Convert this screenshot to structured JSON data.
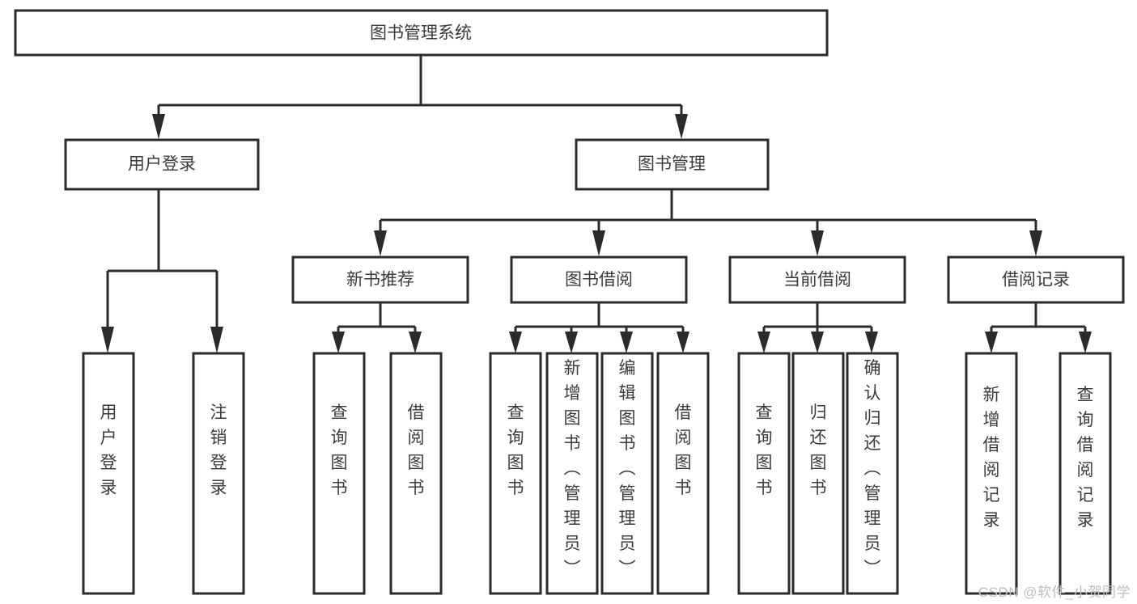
{
  "diagram": {
    "type": "tree-hierarchy",
    "title": "图书管理系统",
    "orientation": "top-down",
    "colors": {
      "box_stroke": "#2b2b2b",
      "box_fill": "#ffffff",
      "text": "#3b3b3b",
      "connector": "#2b2b2b",
      "watermark": "#bfbfbf",
      "background": "#ffffff"
    },
    "levels": [
      {
        "level": 0,
        "nodes": [
          {
            "id": "root",
            "label": "图书管理系统",
            "orientation": "horizontal"
          }
        ]
      },
      {
        "level": 1,
        "nodes": [
          {
            "id": "user-login",
            "label": "用户登录",
            "orientation": "horizontal",
            "parent": "root"
          },
          {
            "id": "book-manage",
            "label": "图书管理",
            "orientation": "horizontal",
            "parent": "root"
          }
        ]
      },
      {
        "level": 2,
        "nodes": [
          {
            "id": "new-book-rec",
            "label": "新书推荐",
            "orientation": "horizontal",
            "parent": "book-manage"
          },
          {
            "id": "book-borrow",
            "label": "图书借阅",
            "orientation": "horizontal",
            "parent": "book-manage"
          },
          {
            "id": "current-borrow",
            "label": "当前借阅",
            "orientation": "horizontal",
            "parent": "book-manage"
          },
          {
            "id": "borrow-record",
            "label": "借阅记录",
            "orientation": "horizontal",
            "parent": "book-manage"
          }
        ]
      },
      {
        "level": 3,
        "nodes": [
          {
            "id": "leaf-user-login",
            "label": "用户登录",
            "orientation": "vertical",
            "parent": "user-login"
          },
          {
            "id": "leaf-logout",
            "label": "注销登录",
            "orientation": "vertical",
            "parent": "user-login"
          },
          {
            "id": "leaf-query-book-1",
            "label": "查询图书",
            "orientation": "vertical",
            "parent": "new-book-rec"
          },
          {
            "id": "leaf-borrow-book-1",
            "label": "借阅图书",
            "orientation": "vertical",
            "parent": "new-book-rec"
          },
          {
            "id": "leaf-query-book-2",
            "label": "查询图书",
            "orientation": "vertical",
            "parent": "book-borrow"
          },
          {
            "id": "leaf-add-book",
            "label": "新增图书（管理员）",
            "orientation": "vertical",
            "parent": "book-borrow"
          },
          {
            "id": "leaf-edit-book",
            "label": "编辑图书（管理员）",
            "orientation": "vertical",
            "parent": "book-borrow"
          },
          {
            "id": "leaf-borrow-book-2",
            "label": "借阅图书",
            "orientation": "vertical",
            "parent": "book-borrow"
          },
          {
            "id": "leaf-query-book-3",
            "label": "查询图书",
            "orientation": "vertical",
            "parent": "current-borrow"
          },
          {
            "id": "leaf-return-book",
            "label": "归还图书",
            "orientation": "vertical",
            "parent": "current-borrow"
          },
          {
            "id": "leaf-confirm-return",
            "label": "确认归还（管理员）",
            "orientation": "vertical",
            "parent": "current-borrow"
          },
          {
            "id": "leaf-add-record",
            "label": "新增借阅记录",
            "orientation": "vertical",
            "parent": "borrow-record"
          },
          {
            "id": "leaf-query-record",
            "label": "查询借阅记录",
            "orientation": "vertical",
            "parent": "borrow-record"
          }
        ]
      }
    ]
  },
  "watermark": {
    "text": "CSDN @软件_小贺同学"
  }
}
